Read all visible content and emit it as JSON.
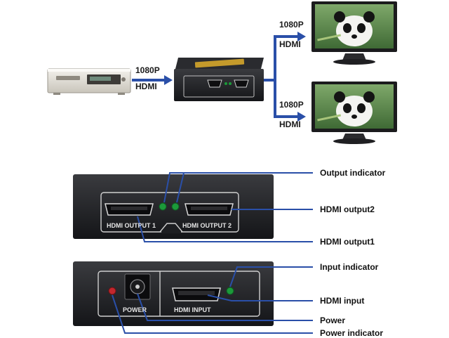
{
  "colors": {
    "connector": "#2a4fa8",
    "device_body": "#1d1e21",
    "panel_text": "#e6e6e6",
    "led_green": "#1c9a3a",
    "led_red": "#c2272d"
  },
  "top": {
    "source_signal": {
      "resolution": "1080P",
      "type": "HDMI"
    },
    "output_signal_1": {
      "resolution": "1080P",
      "type": "HDMI"
    },
    "output_signal_2": {
      "resolution": "1080P",
      "type": "HDMI"
    }
  },
  "front_panel": {
    "port_label_1": "HDMI OUTPUT 1",
    "port_label_2": "HDMI OUTPUT 2",
    "callouts": {
      "output_indicator": "Output indicator",
      "hdmi_output2": "HDMI output2",
      "hdmi_output1": "HDMI output1"
    }
  },
  "rear_panel": {
    "power_label": "POWER",
    "input_label": "HDMI INPUT",
    "callouts": {
      "input_indicator": "Input indicator",
      "hdmi_input": "HDMI input",
      "power": "Power",
      "power_indicator": "Power indicator"
    }
  }
}
